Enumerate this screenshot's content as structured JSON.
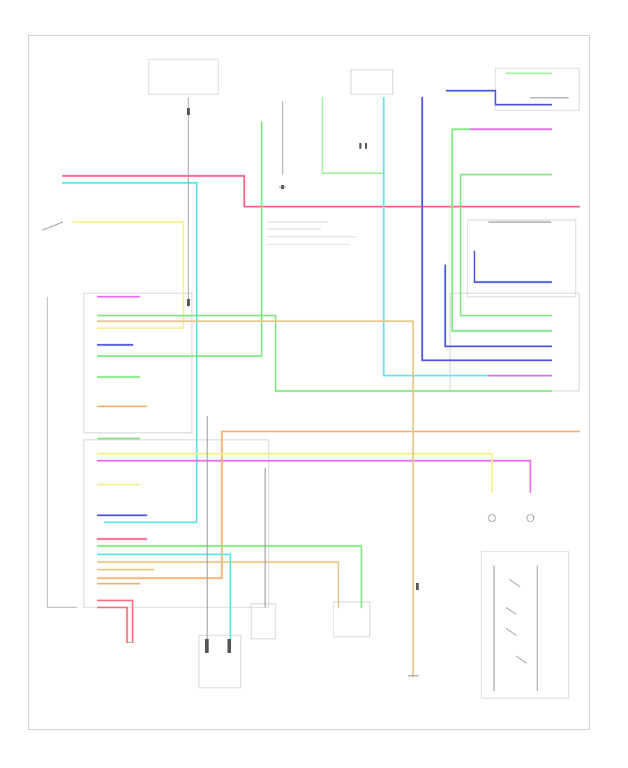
{
  "colors": {
    "pink": "#ff5b86",
    "cyan": "#5fe3e8",
    "yellow": "#f7f08a",
    "green": "#7ee87e",
    "blue": "#4a55d6",
    "magenta": "#e86cf0",
    "orange": "#f5b070",
    "tan": "#e5c98c",
    "red": "#ff6b7c",
    "light_green": "#a5f0a5",
    "gray": "#9a9a9a",
    "black": "#333333"
  },
  "footer": "",
  "blocks": [
    {
      "id": "instrument-panel-jb"
    },
    {
      "id": "ecm-block"
    },
    {
      "id": "telltale-block"
    },
    {
      "id": "combination-switch-block"
    }
  ],
  "legend_lines": [
    {
      "id": "legend-1"
    },
    {
      "id": "legend-2"
    },
    {
      "id": "legend-3"
    },
    {
      "id": "legend-4"
    }
  ]
}
